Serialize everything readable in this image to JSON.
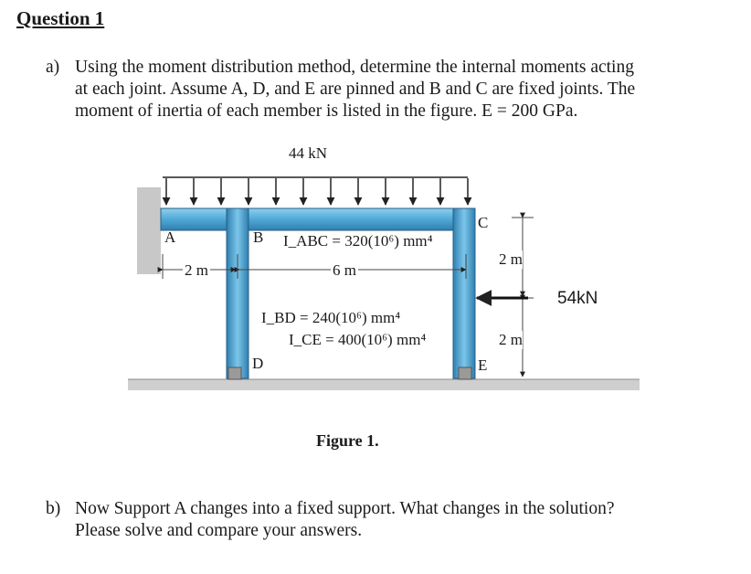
{
  "question_title": "Question 1",
  "part_a": {
    "label": "a)",
    "lines": [
      "Using the moment distribution method, determine the internal moments acting",
      "at each joint. Assume A, D, and E are pinned and B and C are fixed joints. The",
      "moment of inertia of each member is listed in the figure. E = 200 GPa."
    ]
  },
  "figure": {
    "load_label": "44 kN",
    "joint_a": "A",
    "joint_b": "B",
    "joint_c": "C",
    "joint_d": "D",
    "joint_e": "E",
    "i_abc": "I_ABC = 320(10⁶) mm⁴",
    "i_bd": "I_BD = 240(10⁶) mm⁴",
    "i_ce": "I_CE = 400(10⁶) mm⁴",
    "dim_ab": "2 m",
    "dim_bc": "6 m",
    "dim_c_top": "2 m",
    "dim_c_bottom": "2 m",
    "lateral_load": "54kN",
    "caption": "Figure 1."
  },
  "part_b": {
    "label": "b)",
    "lines": [
      "Now Support A changes into a fixed support. What changes in the solution?",
      "Please solve and compare your answers."
    ]
  }
}
